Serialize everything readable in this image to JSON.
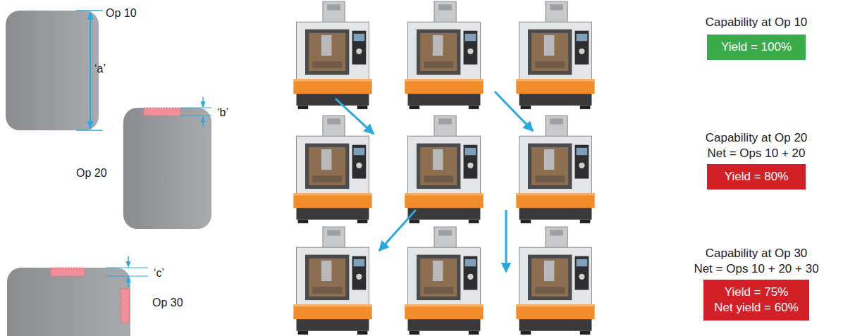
{
  "diagram": {
    "nodes": [
      {
        "text": [
          "Capability at Op 10",
          "Yield = 100%"
        ]
      },
      {
        "text": [
          "Capability at Op 20",
          "Net = Ops 10 + 20",
          "Yield = 80%"
        ]
      },
      {
        "text": [
          "Capability at Op 30",
          "Net = Ops 10 + 20 + 30",
          "Yield = 75%",
          "Net yield = 60%"
        ]
      }
    ],
    "labels": [
      "Op 10",
      "‘a’",
      "Op 20",
      "‘b’",
      "‘c’",
      "Op 30"
    ]
  }
}
